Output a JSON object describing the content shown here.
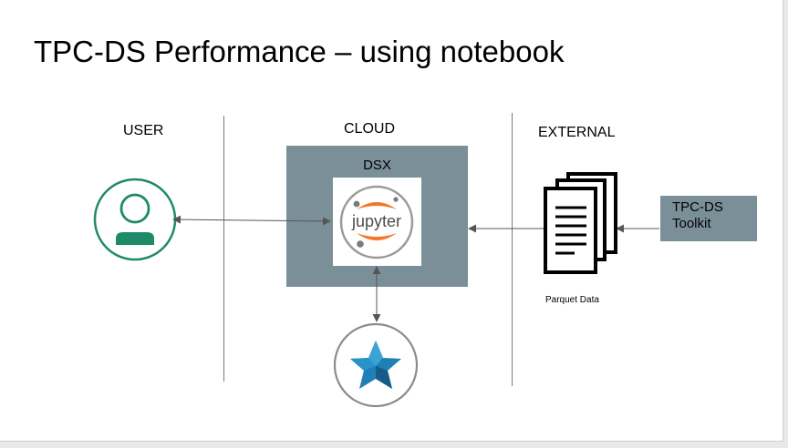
{
  "slide": {
    "title": "TPC-DS Performance – using notebook"
  },
  "columns": {
    "user": "USER",
    "cloud": "CLOUD",
    "external": "EXTERNAL"
  },
  "dsx": {
    "label": "DSX"
  },
  "notebook": {
    "logo_text": "jupyter",
    "icon": "jupyter-logo-icon"
  },
  "toolkit": {
    "label": "TPC-DS\nToolkit"
  },
  "parquet": {
    "label": "Parquet Data",
    "icon": "documents-stack-icon"
  },
  "user": {
    "icon": "user-avatar-icon"
  },
  "database": {
    "icon": "star-icon"
  },
  "colors": {
    "box": "#7b8f99",
    "user_green": "#1f8a6a",
    "jupyter_orange": "#f37726",
    "star_blue": "#1f7fb6"
  }
}
